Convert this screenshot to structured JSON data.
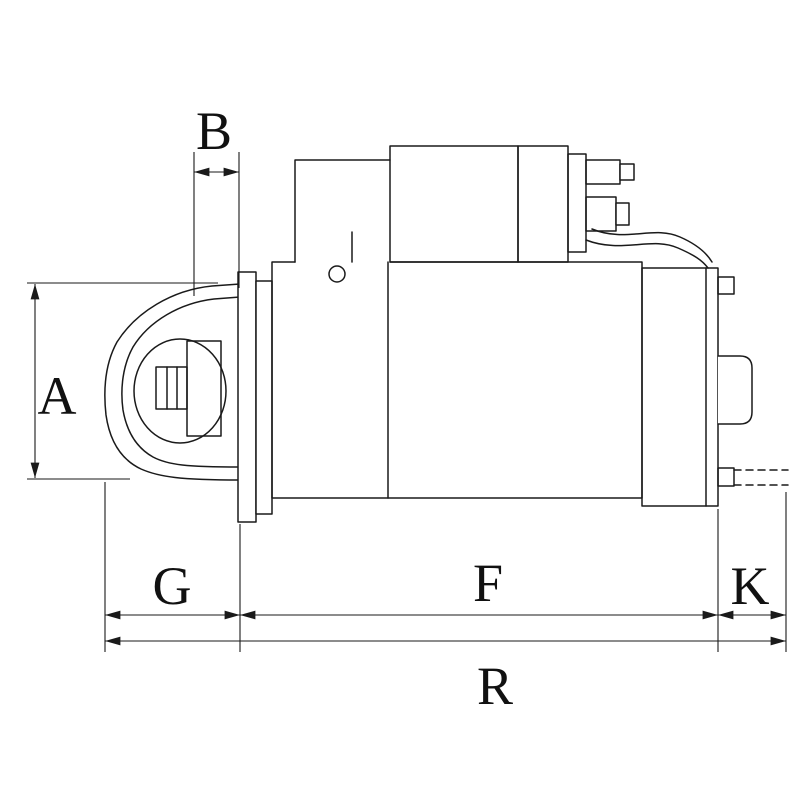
{
  "page": {
    "background_color": "#ffffff",
    "line_color": "#1a1a1a",
    "label_color": "#111111"
  },
  "drawing": {
    "description": "Starter motor side-view technical line drawing with dimension callouts",
    "labels": {
      "a": "A",
      "b": "B",
      "g": "G",
      "f": "F",
      "k": "K",
      "r": "R"
    }
  }
}
